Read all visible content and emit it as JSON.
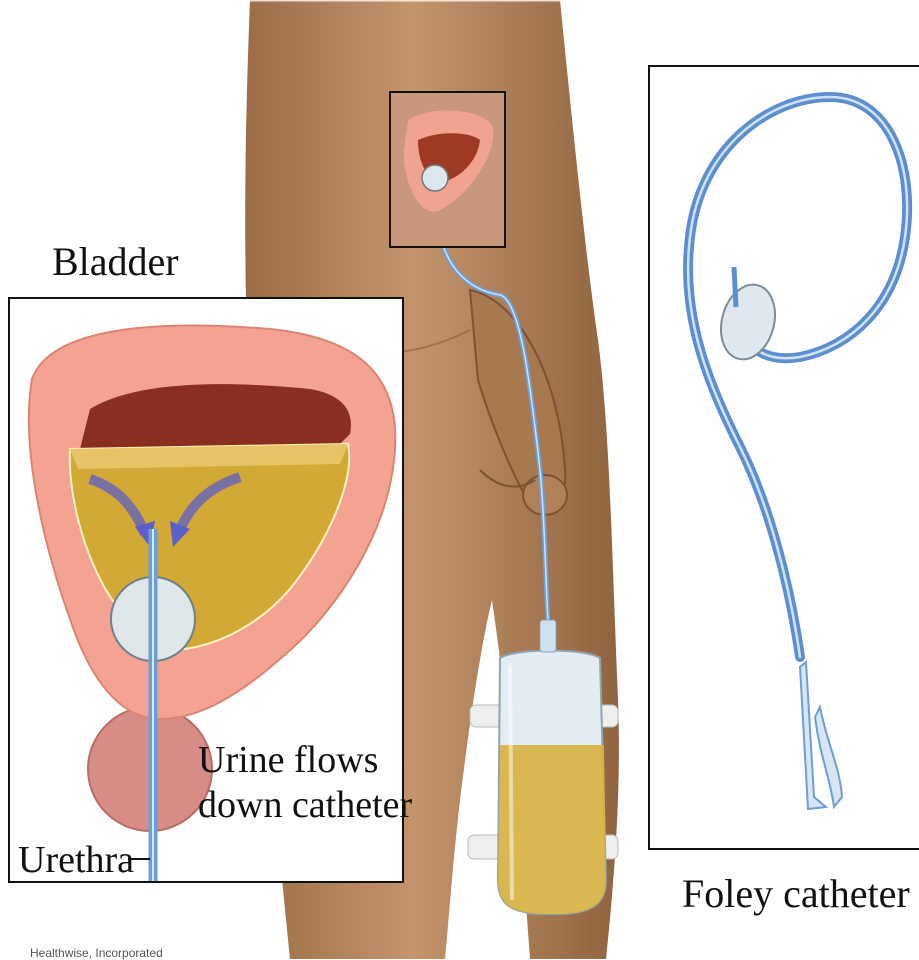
{
  "labels": {
    "bladder": "Bladder",
    "urine_flows_line1": "Urine flows",
    "urine_flows_line2": "down catheter",
    "urethra": "Urethra",
    "foley_catheter": "Foley catheter"
  },
  "credit": "Healthwise, Incorporated",
  "colors": {
    "skin": "#b8875f",
    "bladder_wall": "#f2a08e",
    "urine": "#d4aa3a",
    "catheter": "#6a9fd8",
    "frame": "#111111"
  }
}
